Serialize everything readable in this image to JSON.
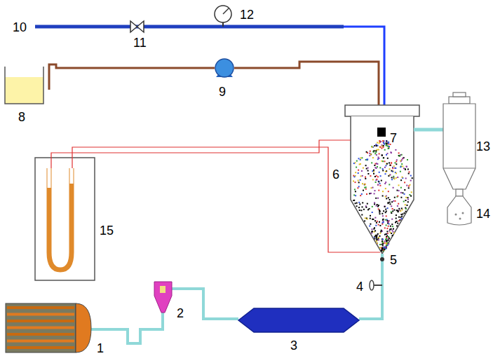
{
  "diagram": {
    "labels": [
      "10",
      "11",
      "12",
      "8",
      "9",
      "7",
      "6",
      "13",
      "14",
      "15",
      "5",
      "4",
      "1",
      "2",
      "3"
    ]
  }
}
